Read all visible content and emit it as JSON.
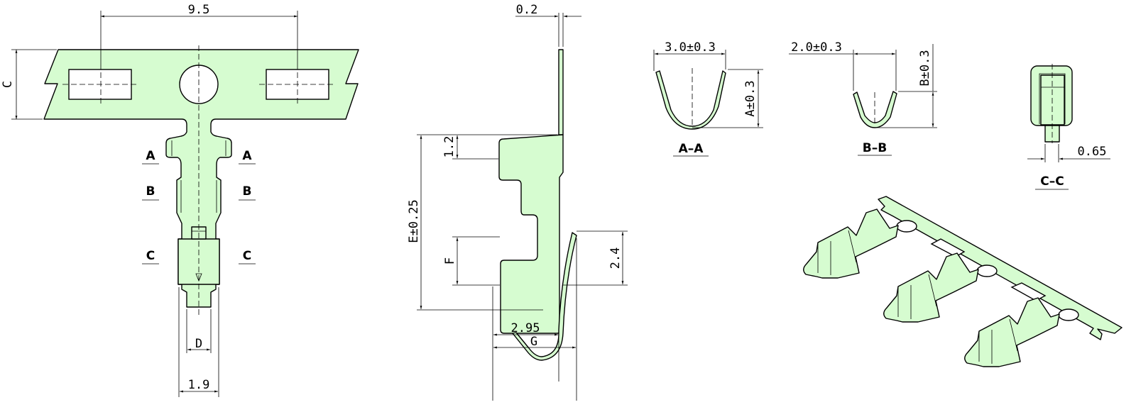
{
  "front_view": {
    "dim_pitch": "9.5",
    "dim_strip_height": "C",
    "dim_tip_inner": "D",
    "dim_tip_outer": "1.9",
    "section_marks": [
      "A",
      "A",
      "B",
      "B",
      "C",
      "C"
    ]
  },
  "side_view": {
    "dim_thickness": "0.2",
    "dim_top": "1.2",
    "dim_total_height": "E±0.25",
    "dim_f": "F",
    "dim_spring": "2.4",
    "dim_width": "2.95",
    "dim_g": "G"
  },
  "section_aa": {
    "label": "A–A",
    "dim_width": "3.0±0.3",
    "dim_height": "A±0.3"
  },
  "section_bb": {
    "label": "B–B",
    "dim_width": "2.0±0.3",
    "dim_height": "B±0.3"
  },
  "section_cc": {
    "label": "C–C",
    "dim_width": "0.65"
  },
  "colors": {
    "fill": "#d6fcd0",
    "line": "#000000"
  }
}
